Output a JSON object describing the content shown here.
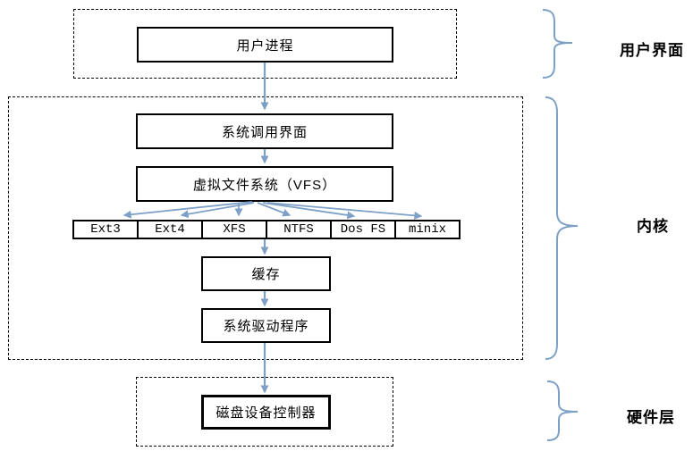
{
  "diagram": {
    "accent_color": "#7DA0C6",
    "nodes": {
      "user_process": "用户进程",
      "syscall_interface": "系统调用界面",
      "vfs": "虚拟文件系统（VFS）",
      "cache": "缓存",
      "driver": "系统驱动程序",
      "disk_controller": "磁盘设备控制器"
    },
    "filesystems": [
      "Ext3",
      "Ext4",
      "XFS",
      "NTFS",
      "Dos FS",
      "minix"
    ],
    "layer_labels": {
      "user": "用户界面",
      "kernel": "内核",
      "hardware": "硬件层"
    }
  }
}
